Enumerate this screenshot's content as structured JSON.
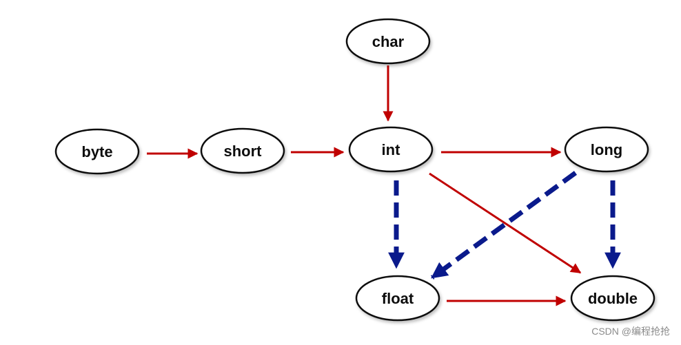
{
  "diagram": {
    "nodes": [
      {
        "id": "char",
        "label": "char"
      },
      {
        "id": "byte",
        "label": "byte"
      },
      {
        "id": "short",
        "label": "short"
      },
      {
        "id": "int",
        "label": "int"
      },
      {
        "id": "long",
        "label": "long"
      },
      {
        "id": "float",
        "label": "float"
      },
      {
        "id": "double",
        "label": "double"
      }
    ],
    "edges": [
      {
        "from": "char",
        "to": "int",
        "style": "solid"
      },
      {
        "from": "byte",
        "to": "short",
        "style": "solid"
      },
      {
        "from": "short",
        "to": "int",
        "style": "solid"
      },
      {
        "from": "int",
        "to": "long",
        "style": "solid"
      },
      {
        "from": "int",
        "to": "double",
        "style": "solid"
      },
      {
        "from": "float",
        "to": "double",
        "style": "solid"
      },
      {
        "from": "int",
        "to": "float",
        "style": "dashed"
      },
      {
        "from": "long",
        "to": "float",
        "style": "dashed"
      },
      {
        "from": "long",
        "to": "double",
        "style": "dashed"
      }
    ],
    "colors": {
      "solid_edge": "#c00000",
      "dashed_edge": "#0a1a8c"
    }
  },
  "watermark": "CSDN @编程抢抢"
}
